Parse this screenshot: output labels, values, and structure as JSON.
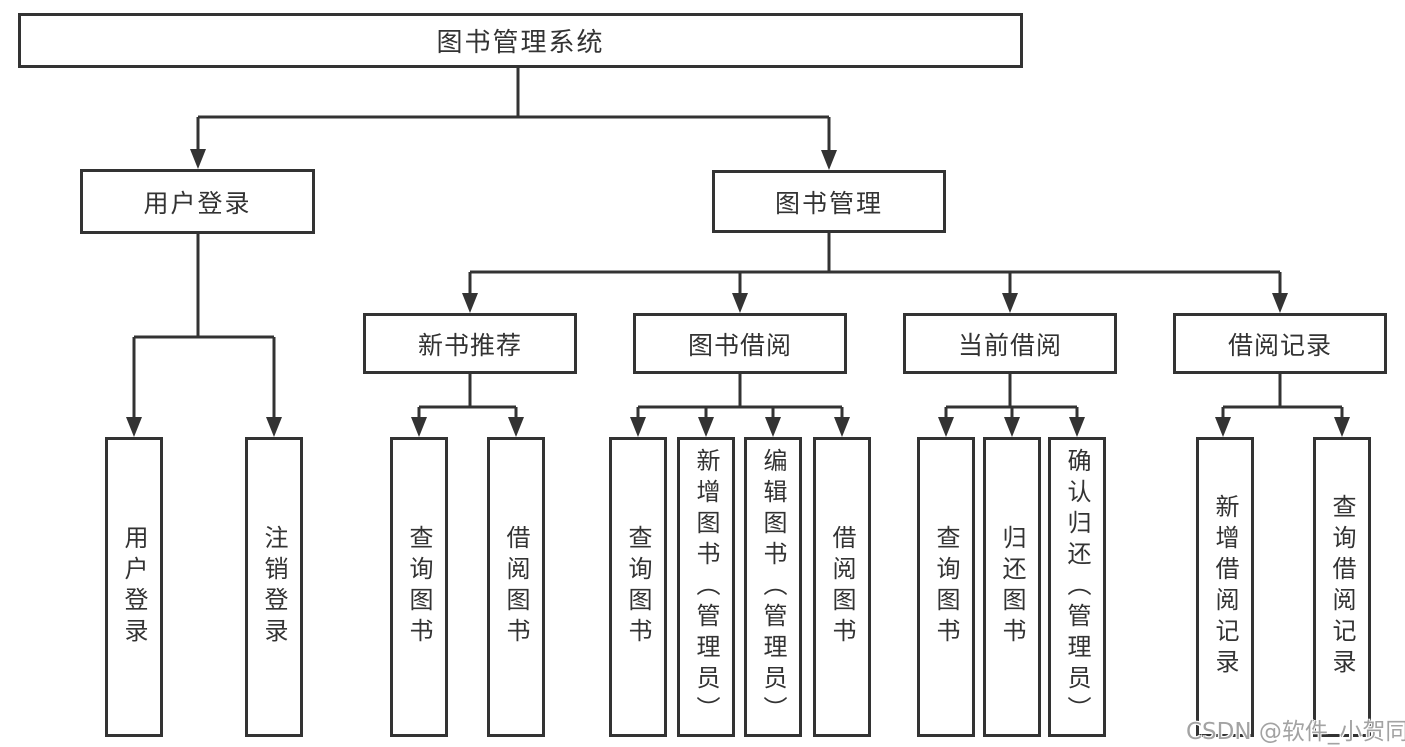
{
  "tree": {
    "label": "图书管理系统",
    "children": [
      {
        "label": "用户登录",
        "children": [
          {
            "label": "用户登录"
          },
          {
            "label": "注销登录"
          }
        ]
      },
      {
        "label": "图书管理",
        "children": [
          {
            "label": "新书推荐",
            "children": [
              {
                "label": "查询图书"
              },
              {
                "label": "借阅图书"
              }
            ]
          },
          {
            "label": "图书借阅",
            "children": [
              {
                "label": "查询图书"
              },
              {
                "label": "新增图书（管理员）"
              },
              {
                "label": "编辑图书（管理员）"
              },
              {
                "label": "借阅图书"
              }
            ]
          },
          {
            "label": "当前借阅",
            "children": [
              {
                "label": "查询图书"
              },
              {
                "label": "归还图书"
              },
              {
                "label": "确认归还（管理员）"
              }
            ]
          },
          {
            "label": "借阅记录",
            "children": [
              {
                "label": "新增借阅记录"
              },
              {
                "label": "查询借阅记录"
              }
            ]
          }
        ]
      }
    ]
  },
  "watermark": {
    "text": "CSDN @软件_小贺同学"
  },
  "colors": {
    "line": "#333333",
    "text": "#333333",
    "watermark": "#a3a3a3",
    "background": "#ffffff"
  }
}
